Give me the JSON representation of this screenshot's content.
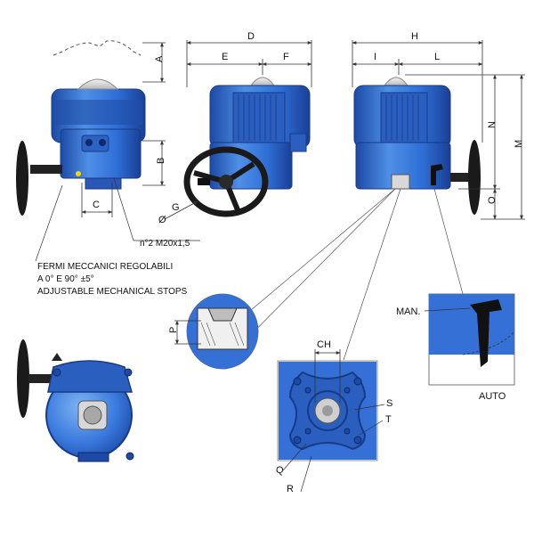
{
  "dimensions": {
    "A": "A",
    "B": "B",
    "C": "C",
    "D": "D",
    "E": "E",
    "F": "F",
    "G": "G",
    "H": "H",
    "I": "I",
    "L": "L",
    "M": "M",
    "N": "N",
    "O": "O",
    "P": "P",
    "CH": "CH",
    "Q": "Q",
    "R": "R",
    "S": "S",
    "T": "T"
  },
  "notes": {
    "thread": "n°2 M20x1,5",
    "stops_it": "FERMI MECCANICI REGOLABILI",
    "stops_range": "A 0° E 90° ±5°",
    "stops_en": "ADJUSTABLE MECHANICAL STOPS"
  },
  "modes": {
    "manual": "MAN.",
    "auto": "AUTO"
  },
  "colors": {
    "body": "#2f6fd6",
    "body_dark": "#1c4aa6",
    "body_light": "#6aa2ee",
    "handwheel": "#1a1a1a",
    "dimension_line": "#333333"
  }
}
